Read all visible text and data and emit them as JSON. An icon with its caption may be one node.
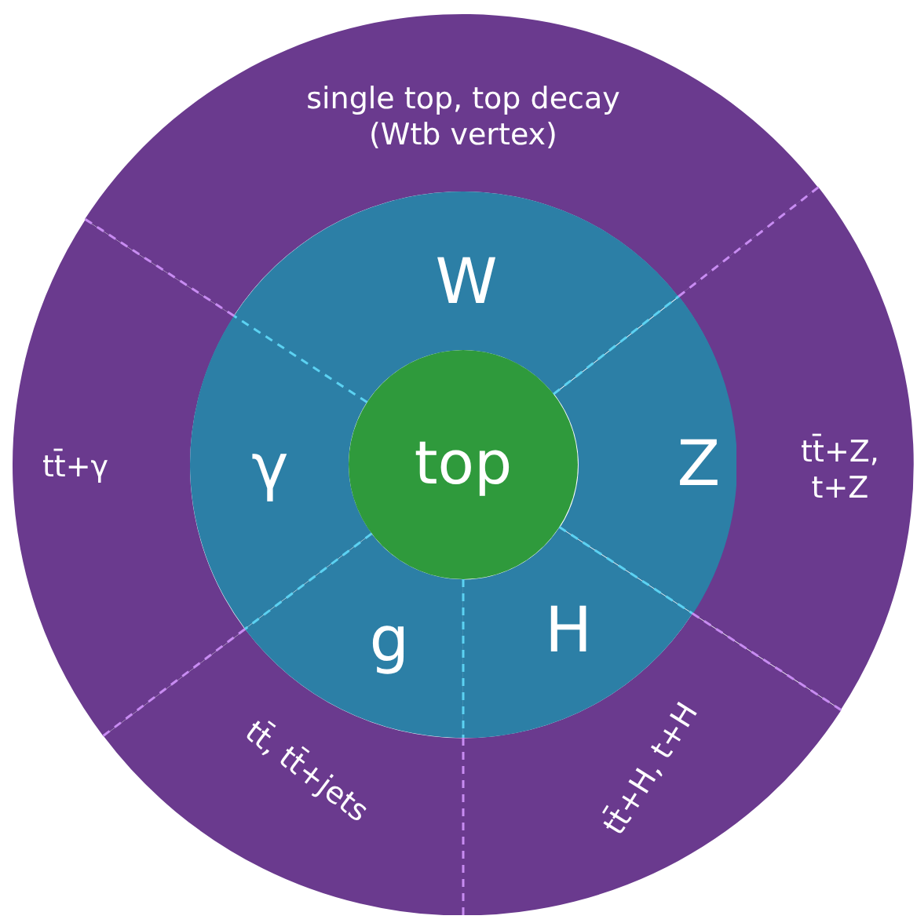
{
  "diagram": {
    "nodes": [
      {
        "text": [
          "single top, top decay (Wtb vertex)"
        ]
      },
      {
        "text": [
          "W"
        ]
      },
      {
        "text": [
          "tt̄+γ"
        ]
      },
      {
        "text": [
          "γ"
        ]
      },
      {
        "text": [
          "top"
        ]
      },
      {
        "text": [
          "Z"
        ]
      },
      {
        "text": [
          "tt̄+Z, t+Z"
        ]
      },
      {
        "text": [
          "g"
        ]
      },
      {
        "text": [
          "H"
        ]
      },
      {
        "text": [
          "tt̄, tt̄+jets"
        ]
      },
      {
        "text": [
          "tt̄+H, t+H"
        ]
      }
    ],
    "edges": []
  }
}
